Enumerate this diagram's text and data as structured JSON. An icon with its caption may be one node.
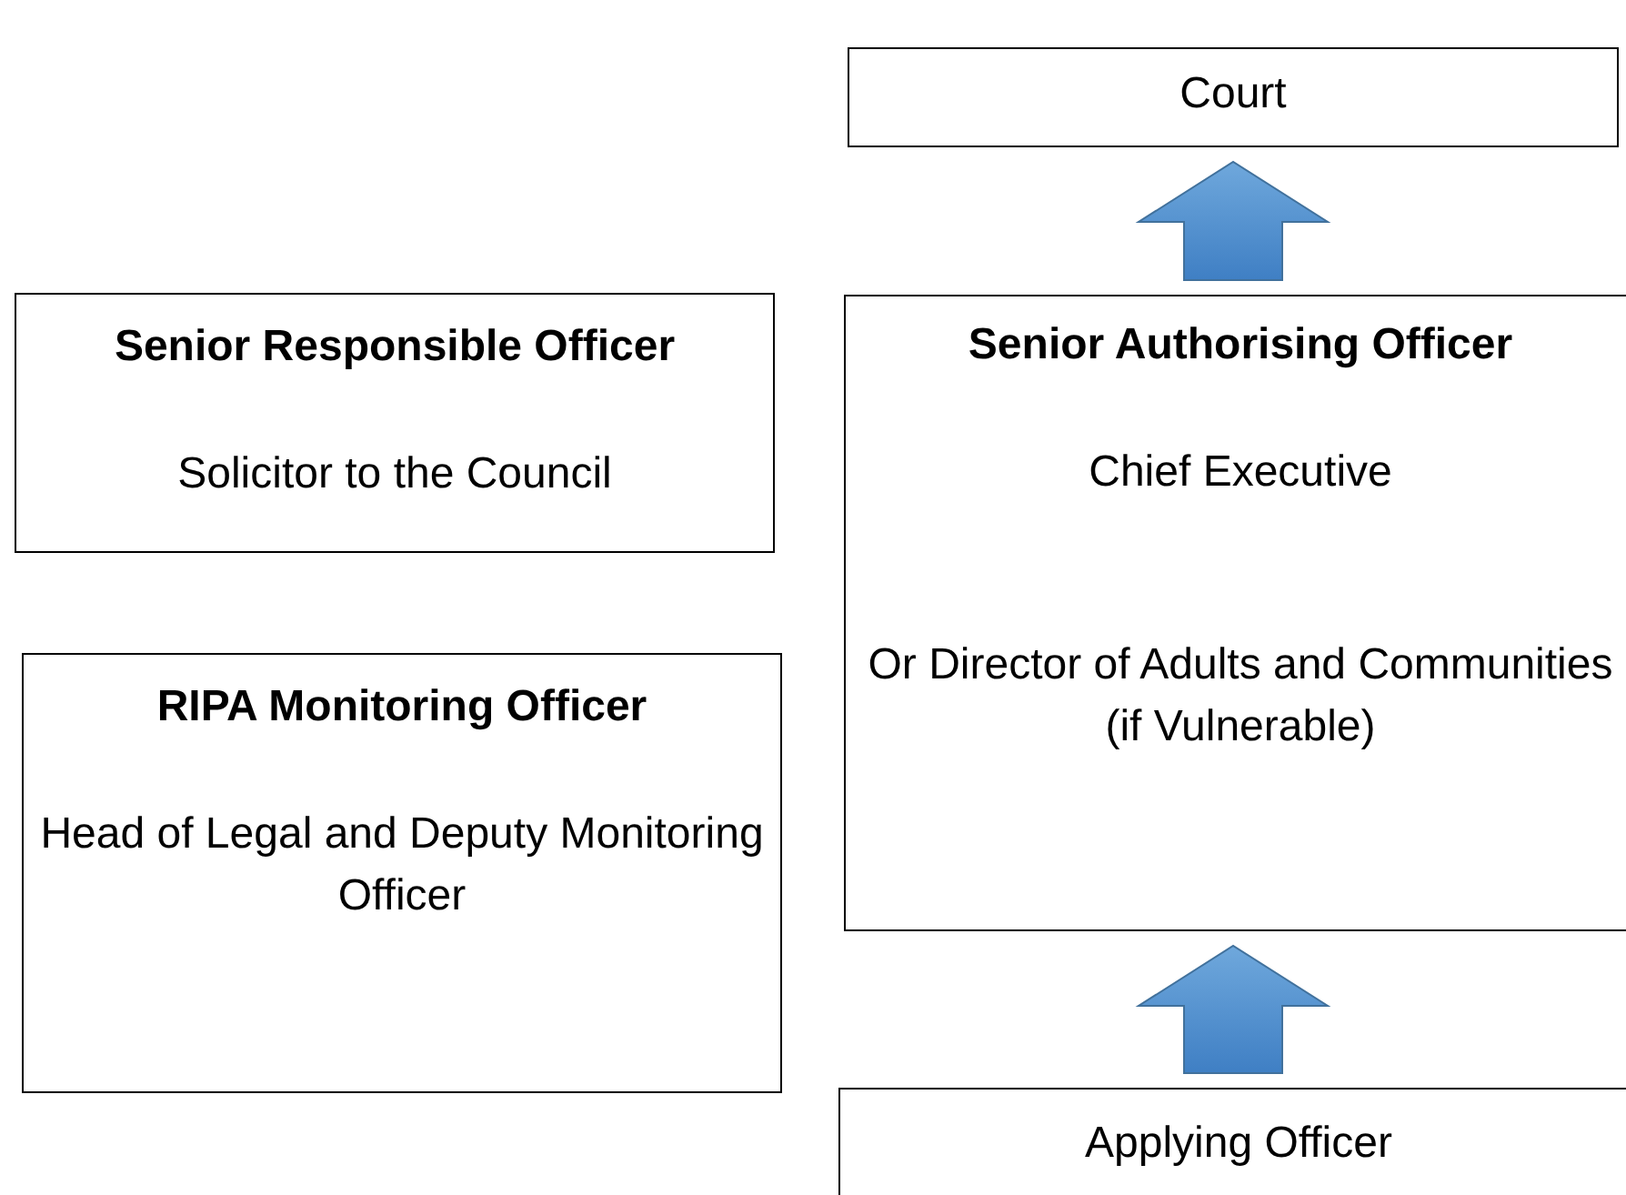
{
  "diagram": {
    "nodes": [
      {
        "text": [
          "Court"
        ]
      },
      {
        "text": [
          "Senior Responsible Officer",
          "Solicitor to the Council"
        ]
      },
      {
        "text": [
          "Senior Authorising Officer",
          "Chief Executive",
          "Or Director of Adults and Communities (if Vulnerable)"
        ]
      },
      {
        "text": [
          "RIPA Monitoring Officer",
          "Head of Legal and Deputy Monitoring Officer"
        ]
      },
      {
        "text": [
          "Applying Officer"
        ]
      }
    ],
    "edges": [
      {
        "from": 4,
        "to": 2,
        "arrow": "to",
        "style": "thick"
      },
      {
        "from": 2,
        "to": 0,
        "arrow": "to",
        "style": "thick"
      }
    ]
  }
}
